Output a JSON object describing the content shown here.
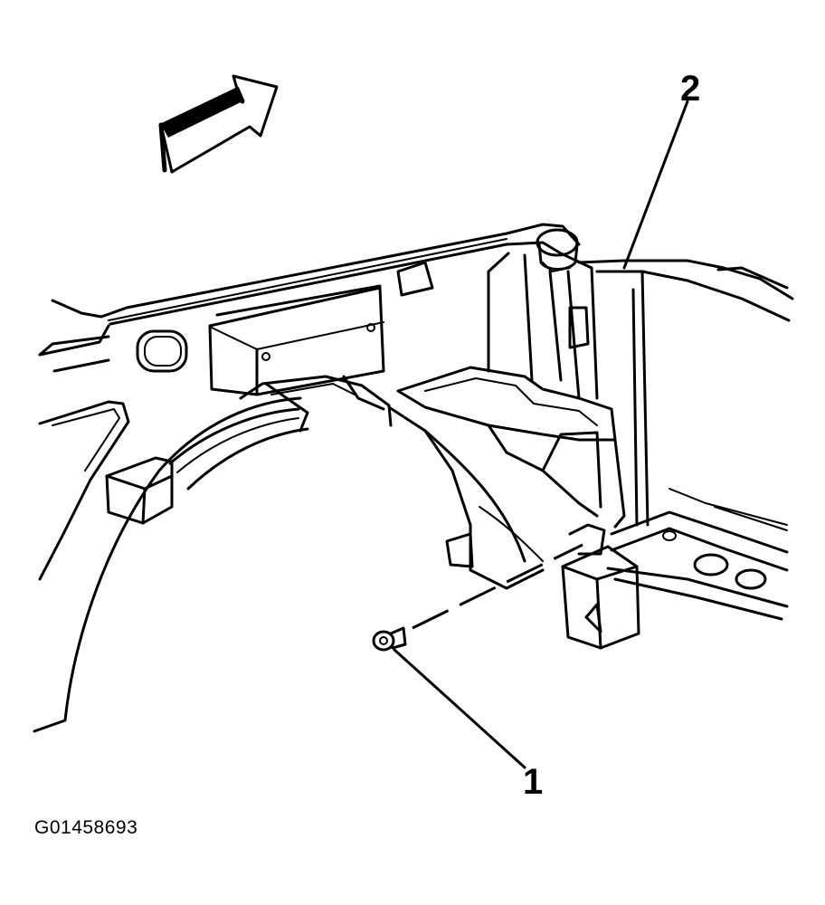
{
  "callouts": {
    "one": "1",
    "two": "2"
  },
  "figure_id": "G01458693",
  "icons": {
    "direction_arrow": "front-direction-arrow-icon",
    "bolt": "bolt-icon"
  },
  "colors": {
    "ink": "#000000",
    "paper": "#ffffff"
  }
}
